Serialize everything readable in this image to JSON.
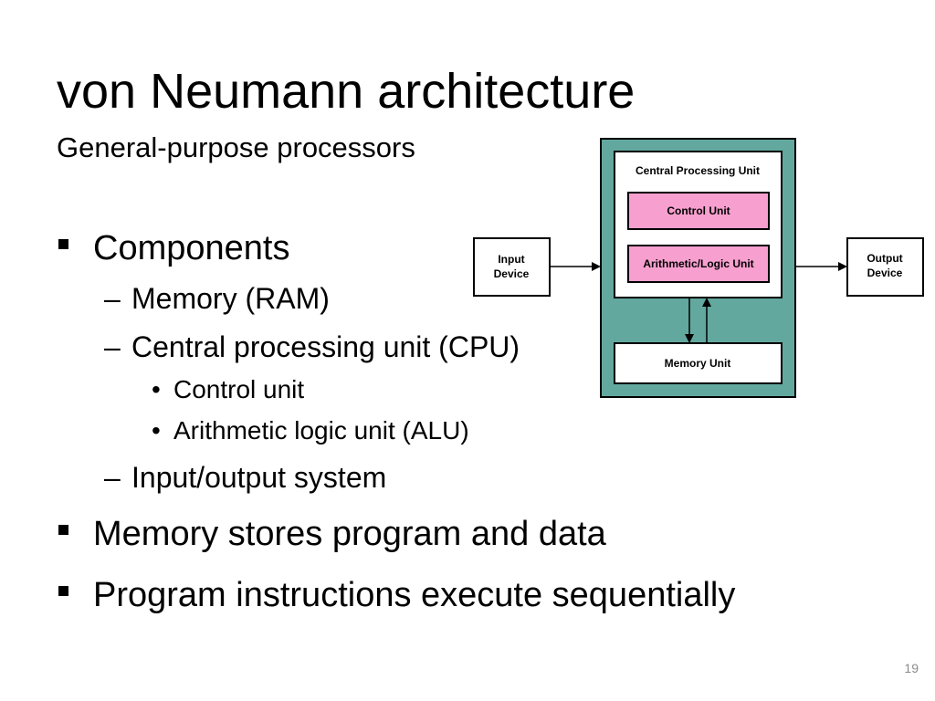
{
  "slide": {
    "title": "von Neumann architecture",
    "subtitle": "General-purpose processors",
    "page_number": "19"
  },
  "bullets": {
    "components": {
      "marker": "▪",
      "text": "Components",
      "children": [
        {
          "marker": "–",
          "text": "Memory (RAM)"
        },
        {
          "marker": "–",
          "text": "Central processing unit (CPU)",
          "children": [
            {
              "marker": "•",
              "text": "Control unit"
            },
            {
              "marker": "•",
              "text": "Arithmetic logic unit (ALU)"
            }
          ]
        },
        {
          "marker": "–",
          "text": "Input/output system"
        }
      ]
    },
    "memory_stores": {
      "marker": "▪",
      "text": "Memory stores program and data"
    },
    "program_instructions": {
      "marker": "▪",
      "text": "Program instructions execute sequentially"
    }
  },
  "diagram": {
    "input_device": {
      "line1": "Input",
      "line2": "Device"
    },
    "output_device": {
      "line1": "Output",
      "line2": "Device"
    },
    "cpu_label": "Central Processing Unit",
    "control_unit": "Control Unit",
    "alu": "Arithmetic/Logic Unit",
    "memory_unit": "Memory Unit",
    "colors": {
      "outer_fill": "#63a89e",
      "unit_fill": "#f7a0cf",
      "box_fill": "#ffffff",
      "stroke": "#000000"
    }
  }
}
